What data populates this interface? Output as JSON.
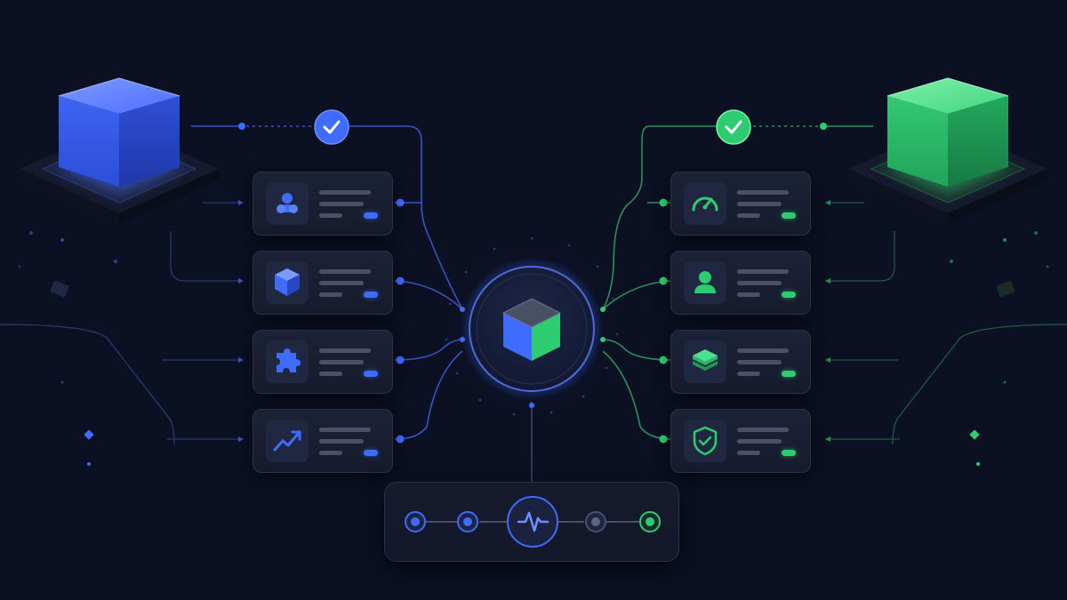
{
  "diagram": {
    "colors": {
      "background": "#0b1022",
      "blue_accent": "#3f6bff",
      "green_accent": "#2ecc71",
      "card": "#1b2134"
    },
    "left_source": {
      "icon": "cube-icon",
      "color": "#3f6bff"
    },
    "right_target": {
      "icon": "cube-icon",
      "color": "#2ecc71"
    },
    "hub": {
      "icon": "hybrid-cube-icon"
    },
    "left_cards": [
      {
        "icon": "users-icon"
      },
      {
        "icon": "cube-icon"
      },
      {
        "icon": "puzzle-icon"
      },
      {
        "icon": "trend-chart-icon"
      }
    ],
    "right_cards": [
      {
        "icon": "speedometer-icon"
      },
      {
        "icon": "user-icon"
      },
      {
        "icon": "layers-icon"
      },
      {
        "icon": "shield-check-icon"
      }
    ],
    "checkpoints": [
      {
        "icon": "check-icon",
        "color": "#3f6bff"
      },
      {
        "icon": "check-icon",
        "color": "#2ecc71"
      }
    ],
    "timeline": {
      "icon": "pulse-icon",
      "steps": [
        "blue",
        "blue",
        "active",
        "gray",
        "green"
      ]
    }
  }
}
